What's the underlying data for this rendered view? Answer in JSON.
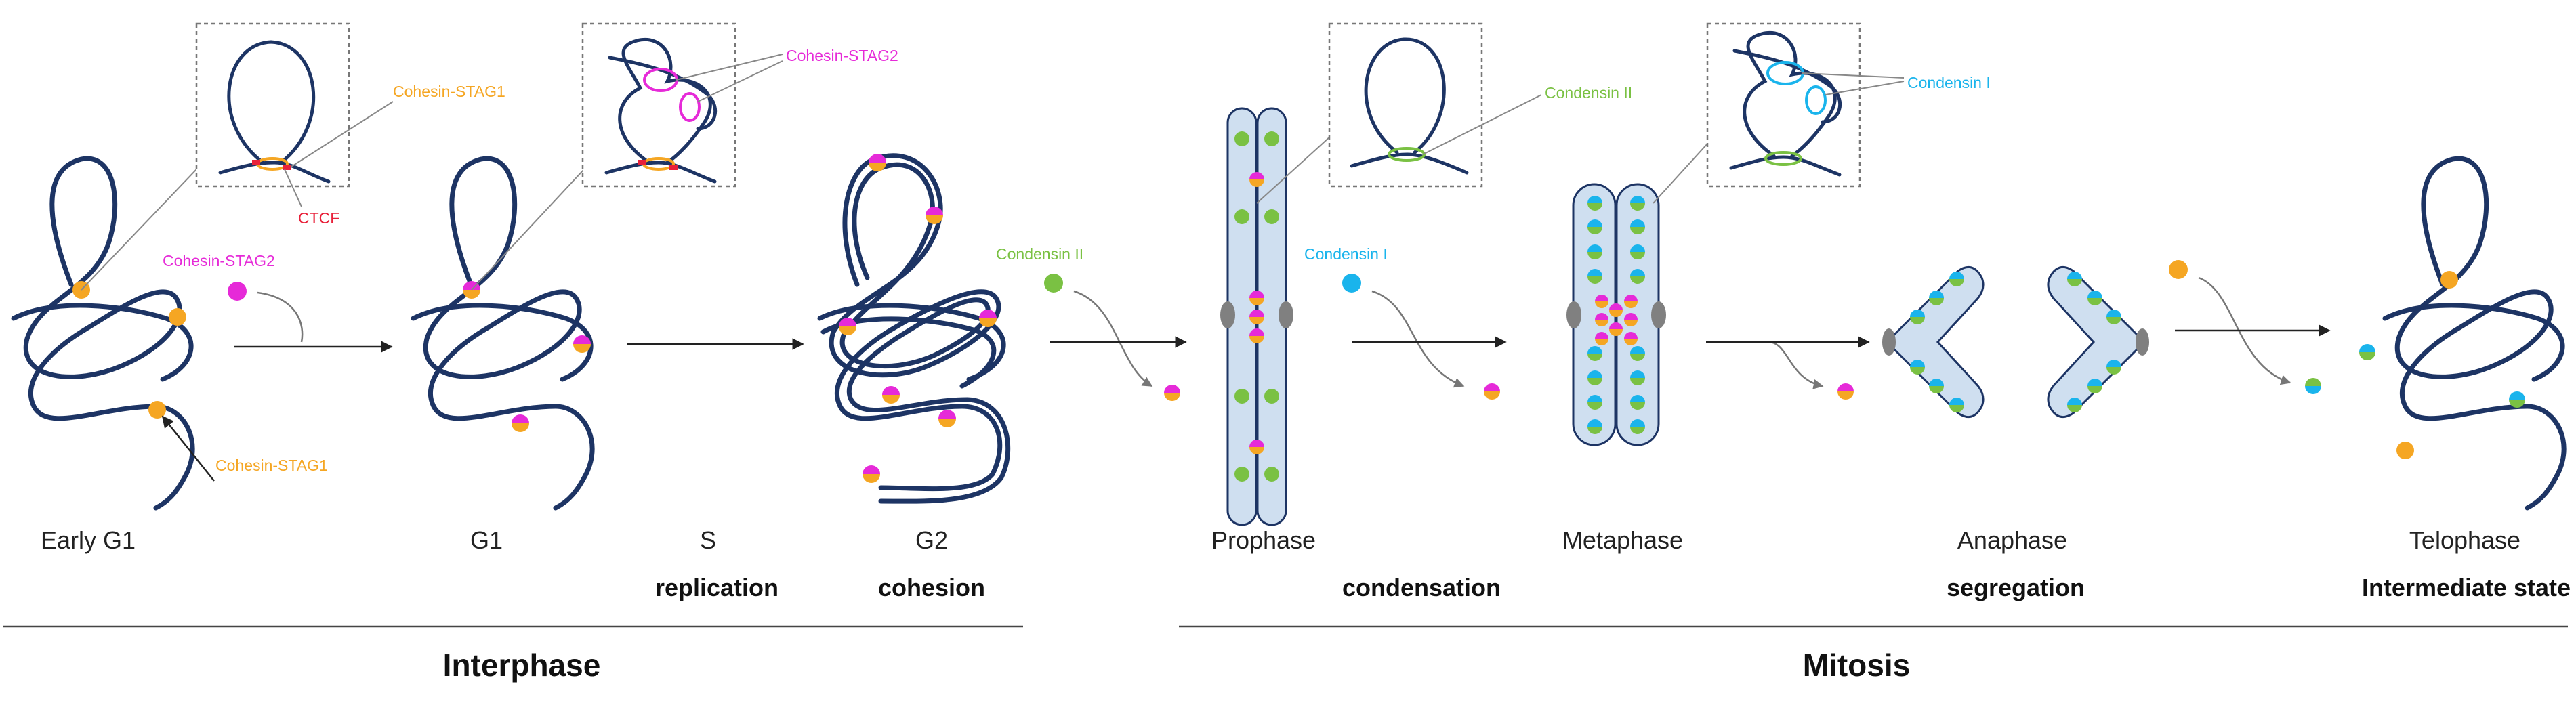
{
  "labels": {
    "cohesin_stag1": "Cohesin-STAG1",
    "cohesin_stag2": "Cohesin-STAG2",
    "ctcf": "CTCF",
    "condensin_i": "Condensin I",
    "condensin_ii": "Condensin II"
  },
  "stages": {
    "early_g1": "Early G1",
    "g1": "G1",
    "s": "S",
    "g2": "G2",
    "prophase": "Prophase",
    "metaphase": "Metaphase",
    "anaphase": "Anaphase",
    "telophase": "Telophase"
  },
  "processes": {
    "replication": "replication",
    "cohesion": "cohesion",
    "condensation": "condensation",
    "segregation": "segregation",
    "intermediate": "Intermediate state"
  },
  "phases": {
    "interphase": "Interphase",
    "mitosis": "Mitosis"
  },
  "colors": {
    "chromatin": "#1d3464",
    "cohesin_stag1": "#f5a623",
    "cohesin_stag2": "#e62ad8",
    "ctcf": "#e8213a",
    "condensin_i": "#1ab4ec",
    "condensin_ii": "#7ac143",
    "centromere": "#808080"
  },
  "icons": {
    "cohesin": "ring-icon",
    "condensin": "ring-icon",
    "ctcf": "ctcf-marker-icon",
    "centromere": "centromere-icon"
  }
}
